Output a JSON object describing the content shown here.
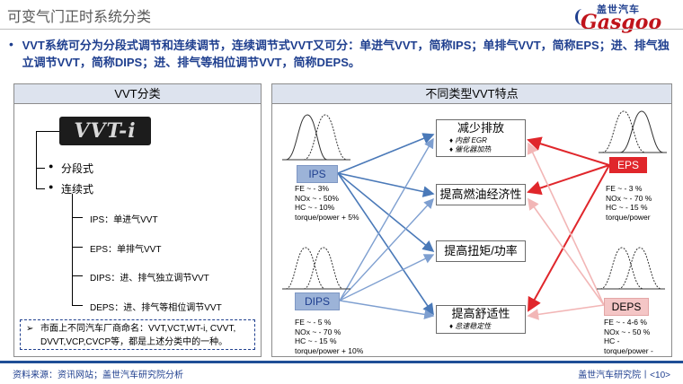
{
  "header": {
    "title": "可变气门正时系统分类",
    "logo_cn": "盖世汽车",
    "logo_en": "Gasgoo"
  },
  "intro": {
    "bullet": "•",
    "text": "VVT系统可分为分段式调节和连续调节，连续调节式VVT又可分：单进气VVT，简称IPS；单排气VVT，简称EPS；进、排气独立调节VVT，简称DIPS；进、排气等相位调节VVT，简称DEPS。"
  },
  "left_panel": {
    "title": "VVT分类",
    "badge": "VVT-i",
    "items": [
      {
        "label": "分段式"
      },
      {
        "label": "连续式"
      }
    ],
    "sub_items": [
      {
        "label": "IPS：单进气VVT"
      },
      {
        "label": "EPS：单排气VVT"
      },
      {
        "label": "DIPS：进、排气独立调节VVT"
      },
      {
        "label": "DEPS：进、排气等相位调节VVT"
      }
    ],
    "note": {
      "arrow": "➢",
      "text": "市面上不同汽车厂商命名：VVT,VCT,WT-i, CVVT, DVVT,VCP,CVCP等，都是上述分类中的一种。"
    }
  },
  "right_panel": {
    "title": "不同类型VVT特点",
    "features": [
      {
        "label": "减少排放",
        "subs": [
          "♦ 内部 EGR",
          "♦ 催化器加热"
        ]
      },
      {
        "label": "提高燃油经济性",
        "subs": []
      },
      {
        "label": "提高扭矩/功率",
        "subs": []
      },
      {
        "label": "提高舒适性",
        "subs": [
          "♦ 怠速稳定性"
        ]
      }
    ],
    "types": {
      "ips": {
        "label": "IPS",
        "stats": [
          "FE      ~ - 3%",
          "NOx   ~ - 50%",
          "HC     ~ - 10%",
          "torque/power + 5%"
        ]
      },
      "dips": {
        "label": "DIPS",
        "stats": [
          "FE      ~ - 5 %",
          "NOx   ~ - 70 %",
          "HC     ~ - 15 %",
          "torque/power + 10%"
        ]
      },
      "eps": {
        "label": "EPS",
        "stats": [
          "FE      ~ - 3 %",
          "NOx   ~ - 70 %",
          "HC     ~ - 15 %",
          "torque/power"
        ]
      },
      "deps": {
        "label": "DEPS",
        "stats": [
          "FE      ~ - 4-6 %",
          "NOx   ~ - 50 %",
          "HC          -",
          "torque/power   -"
        ]
      }
    },
    "colors": {
      "ips_lines": "#4a79b8",
      "dips_lines": "#7e9fd0",
      "eps_lines": "#e0262b",
      "deps_lines": "#f2b6b6"
    }
  },
  "footer": {
    "source": "资料来源：资讯网站；盖世汽车研究院分析",
    "right": "盖世汽车研究院丨<10>"
  }
}
